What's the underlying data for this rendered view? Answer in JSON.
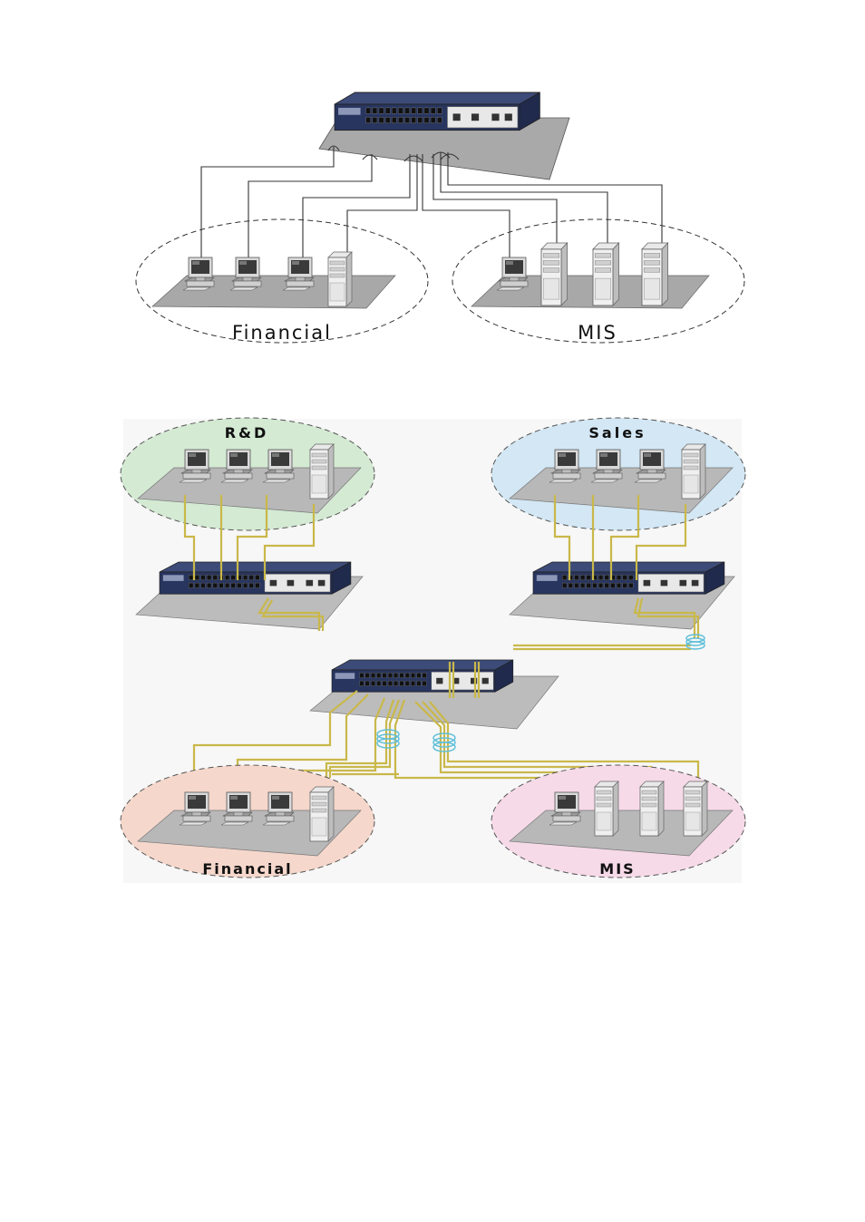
{
  "diagram1": {
    "groups": [
      {
        "label": "Financial",
        "pcs": 3,
        "servers": 1
      },
      {
        "label": "MIS",
        "pcs": 1,
        "servers": 3
      }
    ]
  },
  "diagram2": {
    "groups": [
      {
        "label": "R&D",
        "color": "#d4ead3"
      },
      {
        "label": "Sales",
        "color": "#d3e7f4"
      },
      {
        "label": "Financial",
        "color": "#f5d7cb"
      },
      {
        "label": "MIS",
        "color": "#f6dae8"
      }
    ]
  },
  "colors": {
    "switch_blue": "#2f3e6e",
    "cable_yellow": "#c9b84a",
    "loop_cyan": "#5fbfd9"
  }
}
